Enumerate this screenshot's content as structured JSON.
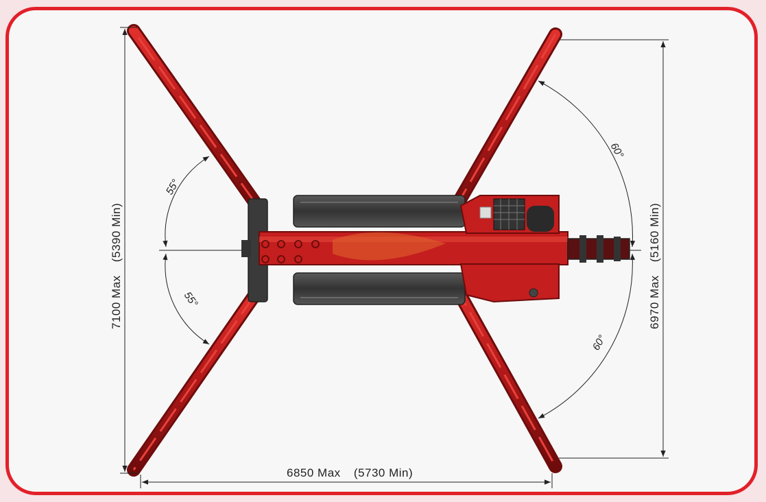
{
  "dimensions": {
    "left_height": "7100 Max",
    "left_height_min": "(5390 Min)",
    "right_height": "6970 Max",
    "right_height_min": "(5160 Min)",
    "bottom_width": "6850 Max",
    "bottom_width_min": "(5730 Min)"
  },
  "angles": {
    "left_upper": "55°",
    "left_lower": "55°",
    "right_upper": "60°",
    "right_lower": "60°"
  },
  "colors": {
    "frame": "#e2202a",
    "boom": "#c41e1e",
    "boom_dark": "#7a1010",
    "track": "#444444",
    "line": "#222222"
  }
}
